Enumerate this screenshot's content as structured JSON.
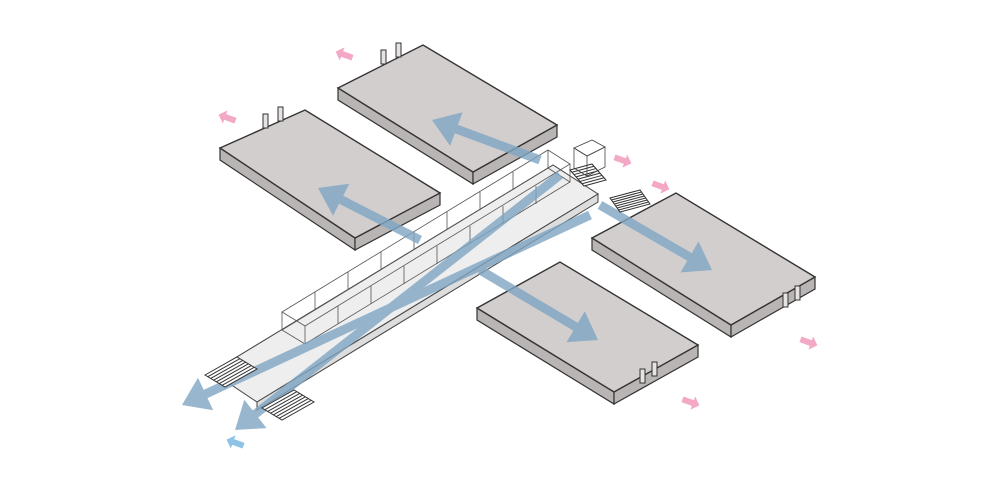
{
  "diagram": {
    "colors": {
      "background": "#ffffff",
      "platform_fill": "#d2cecd",
      "platform_top": "#dbd8d7",
      "platform_side": "#b9b5b4",
      "outline": "#333333",
      "flow_blue": "#8ec3e6",
      "flow_blue_dark": "#7fa6c4",
      "exit_pink": "#f3a9c6",
      "corridor_fill": "#efefef"
    },
    "icons": {
      "flow_arrow": "arrow-icon",
      "exit_marker": "exit-arrow-icon",
      "stair": "stair-icon"
    },
    "elements": {
      "platforms": 4,
      "corridor": 1,
      "flow_arrows": 6,
      "exit_markers": 7,
      "stairs": 4
    }
  }
}
